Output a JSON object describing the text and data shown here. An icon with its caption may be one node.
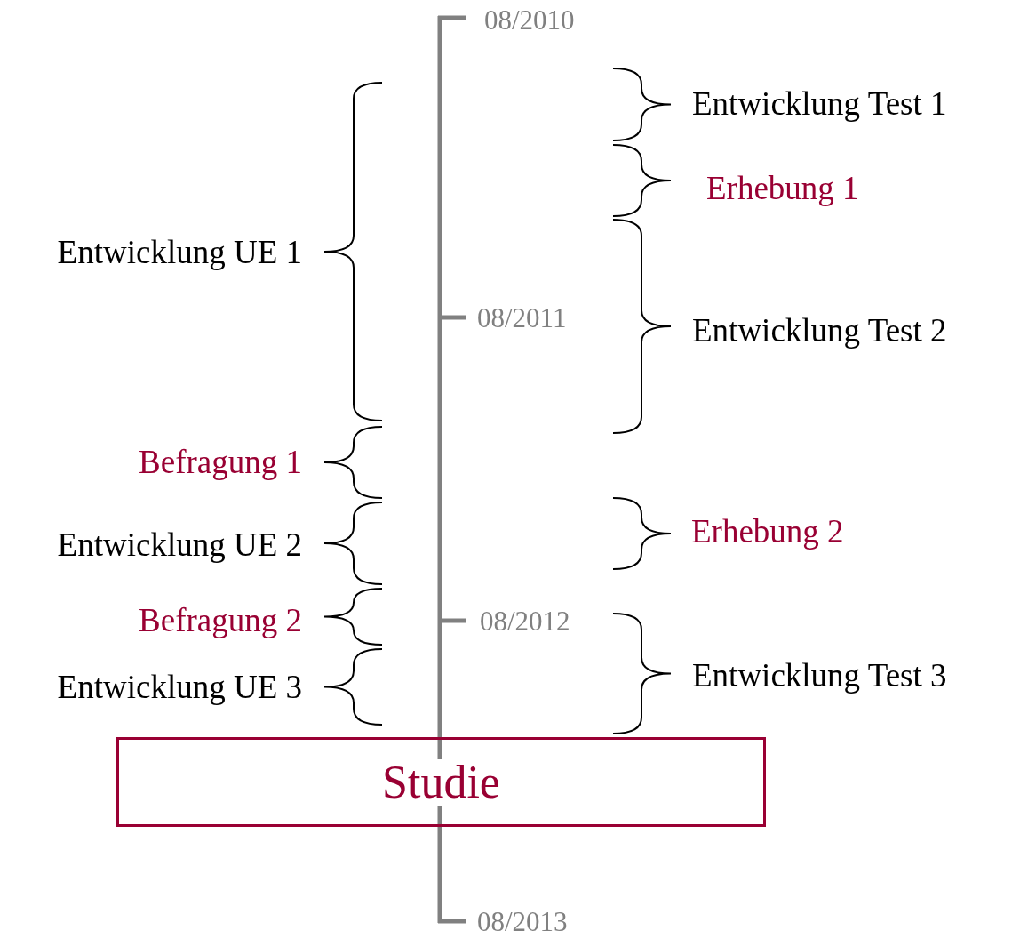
{
  "diagram": {
    "nodes": [
      {
        "text": [
          "Studie"
        ]
      }
    ],
    "labels": [
      "08/2010",
      "Entwicklung Test 1",
      "Entwicklung UE 1",
      "Erhebung 1",
      "08/2011",
      "Entwicklung Test 2",
      "Befragung 1",
      "Entwicklung UE 2",
      "Erhebung 2",
      "08/2012",
      "Befragung 2",
      "Entwicklung UE 3",
      "Entwicklung Test 3",
      "08/2013"
    ]
  }
}
